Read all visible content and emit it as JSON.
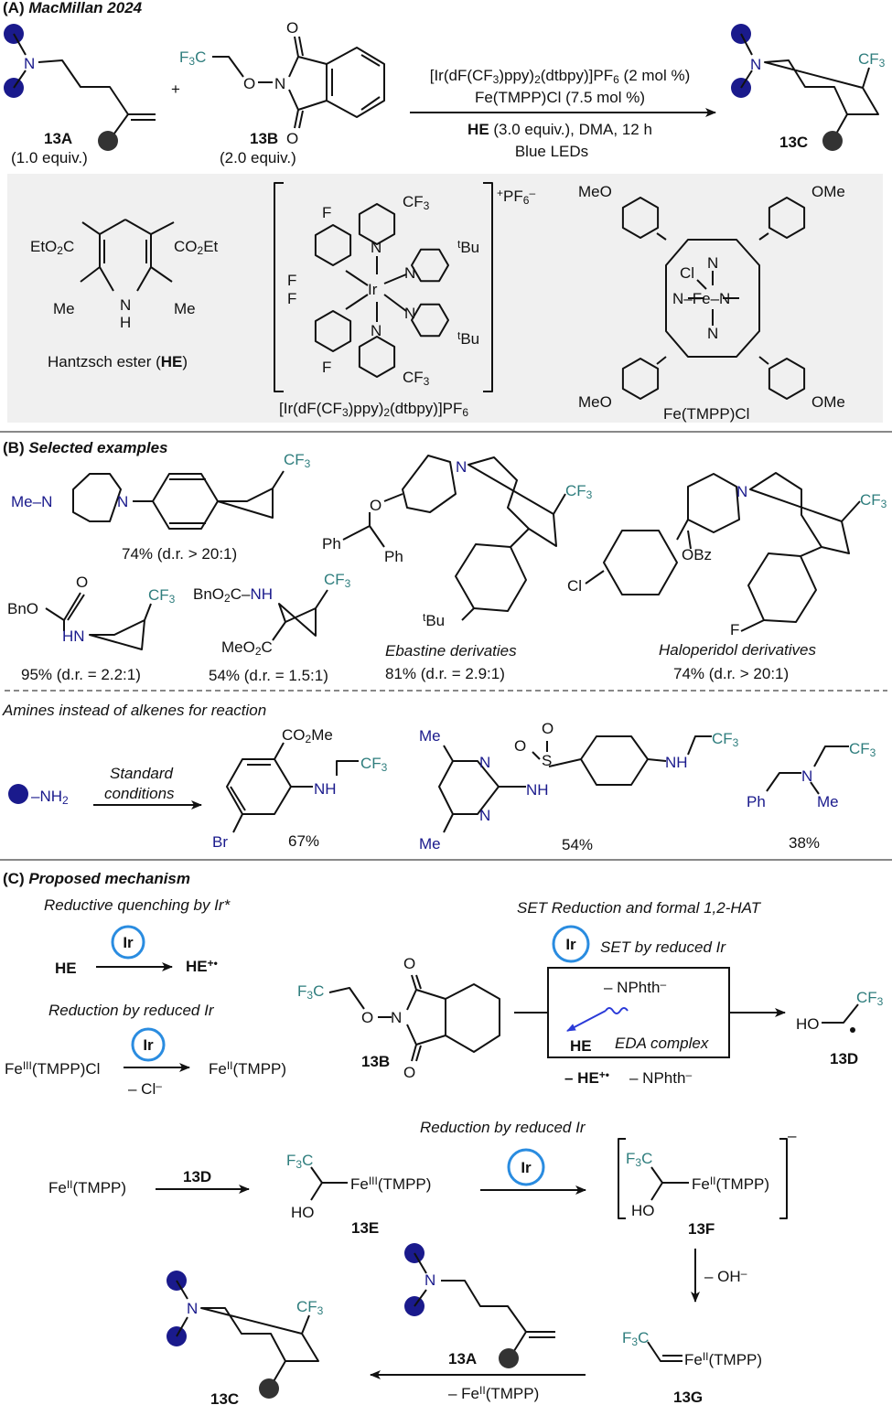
{
  "section_a": {
    "label": "(A) ",
    "title": "MacMillan 2024",
    "reactant1": {
      "N": "N",
      "id": "13A",
      "equiv": "(1.0 equiv.)"
    },
    "plus": "+",
    "reactant2": {
      "cf3": "F_{3}C",
      "O_link": "O",
      "N": "N",
      "O_top": "O",
      "O_bottom": "O",
      "id": "13B",
      "equiv": "(2.0 equiv.)"
    },
    "conditions": {
      "line1": "[Ir(dF(CF_{3})ppy)_{2}(dtbpy)]PF_{6} (2 mol %)",
      "line2": "Fe(TMPP)Cl (7.5 mol %)",
      "line3_bold": "HE",
      "line3": " (3.0 equiv.), DMA, 12 h",
      "line4": "Blue LEDs"
    },
    "product": {
      "N": "N",
      "cf3": "CF_{3}",
      "id": "13C"
    },
    "hantzsch": {
      "left": "EtO_{2}C",
      "right": "CO_{2}Et",
      "me_left": "Me",
      "me_right": "Me",
      "N": "N",
      "H": "H",
      "caption": "Hantzsch ester (",
      "caption_bold": "HE",
      "caption_end": ")"
    },
    "ir_catalyst": {
      "cf3_top": "CF_{3}",
      "cf3_bottom": "CF_{3}",
      "F1": "F",
      "F2": "F",
      "F3": "F",
      "F4": "F",
      "N1": "N",
      "N2": "N",
      "N3": "N",
      "N4": "N",
      "Ir": "Ir",
      "tbu1": "^{t}Bu",
      "tbu2": "^{t}Bu",
      "counterion": "^{+}PF_{6}^{–}",
      "caption": "[Ir(dF(CF_{3})ppy)_{2}(dtbpy)]PF_{6}"
    },
    "fe_catalyst": {
      "meo_tl": "MeO",
      "ome_tr": "OMe",
      "meo_bl": "MeO",
      "ome_br": "OMe",
      "Cl": "Cl",
      "N_top": "N",
      "N_bottom": "N",
      "center": "N–Fe–N",
      "caption": "Fe(TMPP)Cl"
    }
  },
  "section_b": {
    "label": "(B) ",
    "title": "Selected examples",
    "ex1": {
      "me_n": "Me–N",
      "N": "N",
      "cf3": "CF_{3}",
      "yield": "74% (d.r. > 20:1)"
    },
    "ebastine": {
      "N": "N",
      "O": "O",
      "ph1": "Ph",
      "ph2": "Ph",
      "cf3": "CF_{3}",
      "tbu": "^{t}Bu",
      "name": "Ebastine derivaties",
      "yield": "81%  (d.r. = 2.9:1)"
    },
    "haloperidol": {
      "N": "N",
      "cf3": "CF_{3}",
      "Cl": "Cl",
      "obz": "OBz",
      "F": "F",
      "name": "Haloperidol derivatives",
      "yield": "74%  (d.r. > 20:1)"
    },
    "ex_cbz": {
      "O": "O",
      "bno": "BnO",
      "hn": "HN",
      "cf3": "CF_{3}",
      "yield": "95% (d.r. = 2.2:1)"
    },
    "ex_ester": {
      "bno2c": "BnO_{2}C–",
      "nh": "NH",
      "cf3": "CF_{3}",
      "meo2c": "MeO_{2}C",
      "yield": "54%  (d.r. = 1.5:1)"
    },
    "amines_title": "Amines instead of alkenes for reaction",
    "amine_reagent": "–NH_{2}",
    "arrow_top": "Standard",
    "arrow_bottom": "conditions",
    "am1": {
      "co2me": "CO_{2}Me",
      "cf3": "CF_{3}",
      "nh": "NH",
      "br": "Br",
      "yield": "67%"
    },
    "am2": {
      "me1": "Me",
      "me2": "Me",
      "n1": "N",
      "n2": "N",
      "nh1": "NH",
      "nh2": "NH",
      "O1": "O",
      "O2": "O",
      "S": "S",
      "cf3": "CF_{3}",
      "yield": "54%"
    },
    "am3": {
      "cf3": "CF_{3}",
      "N": "N",
      "ph": "Ph",
      "me": "Me",
      "yield": "38%"
    }
  },
  "section_c": {
    "label": "(C) ",
    "title": "Proposed mechanism",
    "reductive_quenching": "Reductive quenching by Ir*",
    "he": "HE",
    "he_radical": "HE^{+•}",
    "ir": "Ir",
    "reduction1": "Reduction by reduced Ir",
    "fe3cl": "Fe^{III}(TMPP)Cl",
    "minus_cl": "– Cl^{–}",
    "fe2": "Fe^{II}(TMPP)",
    "b13": {
      "cf3": "F_{3}C",
      "O": "O",
      "N": "N",
      "O_top": "O",
      "O_bottom": "O",
      "id": "13B"
    },
    "set_title": "SET Reduction and formal 1,2-HAT",
    "set_by": "SET by reduced Ir",
    "box_nphth": "– NPhth^{–}",
    "box_he": "HE",
    "eda": "EDA complex",
    "minus_he": "– HE^{+•}",
    "minus_nphth": "– NPhth^{–}",
    "d13": {
      "ho": "HO",
      "cf3": "CF_{3}",
      "id": "13D"
    },
    "reduction2": "Reduction by reduced Ir",
    "fe2_start": "Fe^{II}(TMPP)",
    "arrow_13d": "13D",
    "e13": {
      "cf3": "F_{3}C",
      "fe": "Fe^{III}(TMPP)",
      "ho": "HO",
      "id": "13E"
    },
    "f13": {
      "cf3": "F_{3}C",
      "fe": "Fe^{II}(TMPP)",
      "ho": "HO",
      "charge": "–",
      "id": "13F"
    },
    "minus_oh": "– OH^{–}",
    "g13": {
      "cf3": "F_{3}C",
      "fe": "Fe^{II}(TMPP)",
      "id": "13G"
    },
    "a13": {
      "N": "N",
      "id": "13A"
    },
    "minus_fe": "– Fe^{II}(TMPP)",
    "c13": {
      "N": "N",
      "cf3": "CF_{3}",
      "id": "13C"
    }
  },
  "colors": {
    "amine": "#1a1a8c",
    "cf3": "#2e7d7d",
    "ir_cycle": "#2a8ce0",
    "panel_bg": "#f0f0f0"
  }
}
